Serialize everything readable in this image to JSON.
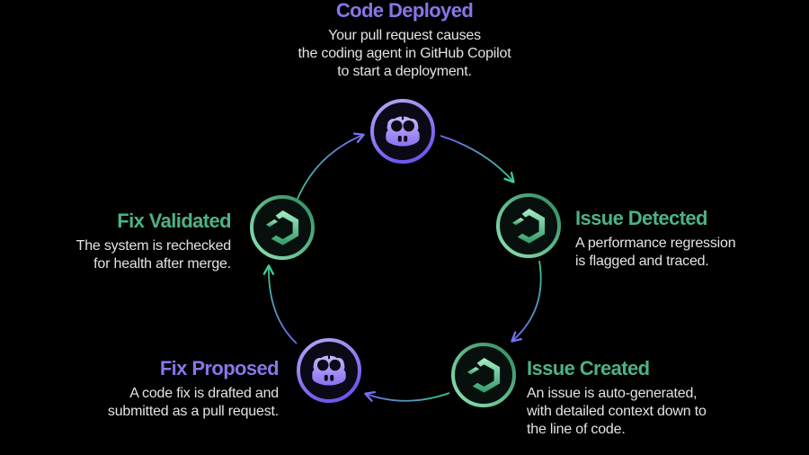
{
  "palette": {
    "background": "#000000",
    "purple_accent": "#8b74e9",
    "green_accent": "#4db285",
    "body_text": "#e3e3e5",
    "arrow_green": "#34c98c",
    "arrow_purple": "#6f68ef",
    "ring_purple_light": "#b7a7f4",
    "ring_purple_dark": "#7257ee",
    "ring_green_light": "#8fe3b6",
    "ring_green_dark": "#2e8a5f",
    "icon_purple_light": "#c6b6fa",
    "icon_purple_dark": "#8a6ff0",
    "icon_green_light": "#a8edc7",
    "icon_green_dark": "#2f9a6a"
  },
  "nodes": [
    {
      "id": "code-deployed",
      "title": "Code Deployed",
      "description": "Your pull request causes\nthe coding agent in GitHub Copilot\nto start a deployment.",
      "accent": "purple",
      "icon": "copilot-icon",
      "position": "top"
    },
    {
      "id": "issue-detected",
      "title": "Issue Detected",
      "description": "A performance regression\nis flagged and traced.",
      "accent": "green",
      "icon": "agent-cube-icon",
      "position": "right"
    },
    {
      "id": "issue-created",
      "title": "Issue Created",
      "description": "An issue is auto-generated,\nwith detailed context down to\nthe line of code.",
      "accent": "green",
      "icon": "agent-cube-icon",
      "position": "bottom-right"
    },
    {
      "id": "fix-proposed",
      "title": "Fix Proposed",
      "description": "A code fix is drafted and\nsubmitted as a pull request.",
      "accent": "purple",
      "icon": "copilot-icon",
      "position": "bottom-left"
    },
    {
      "id": "fix-validated",
      "title": "Fix Validated",
      "description": "The system is rechecked\nfor health after merge.",
      "accent": "green",
      "icon": "agent-cube-icon",
      "position": "left"
    }
  ],
  "flow": [
    {
      "from": "fix-validated",
      "to": "code-deployed"
    },
    {
      "from": "code-deployed",
      "to": "issue-detected"
    },
    {
      "from": "issue-detected",
      "to": "issue-created"
    },
    {
      "from": "issue-created",
      "to": "fix-proposed"
    },
    {
      "from": "fix-proposed",
      "to": "fix-validated"
    }
  ]
}
